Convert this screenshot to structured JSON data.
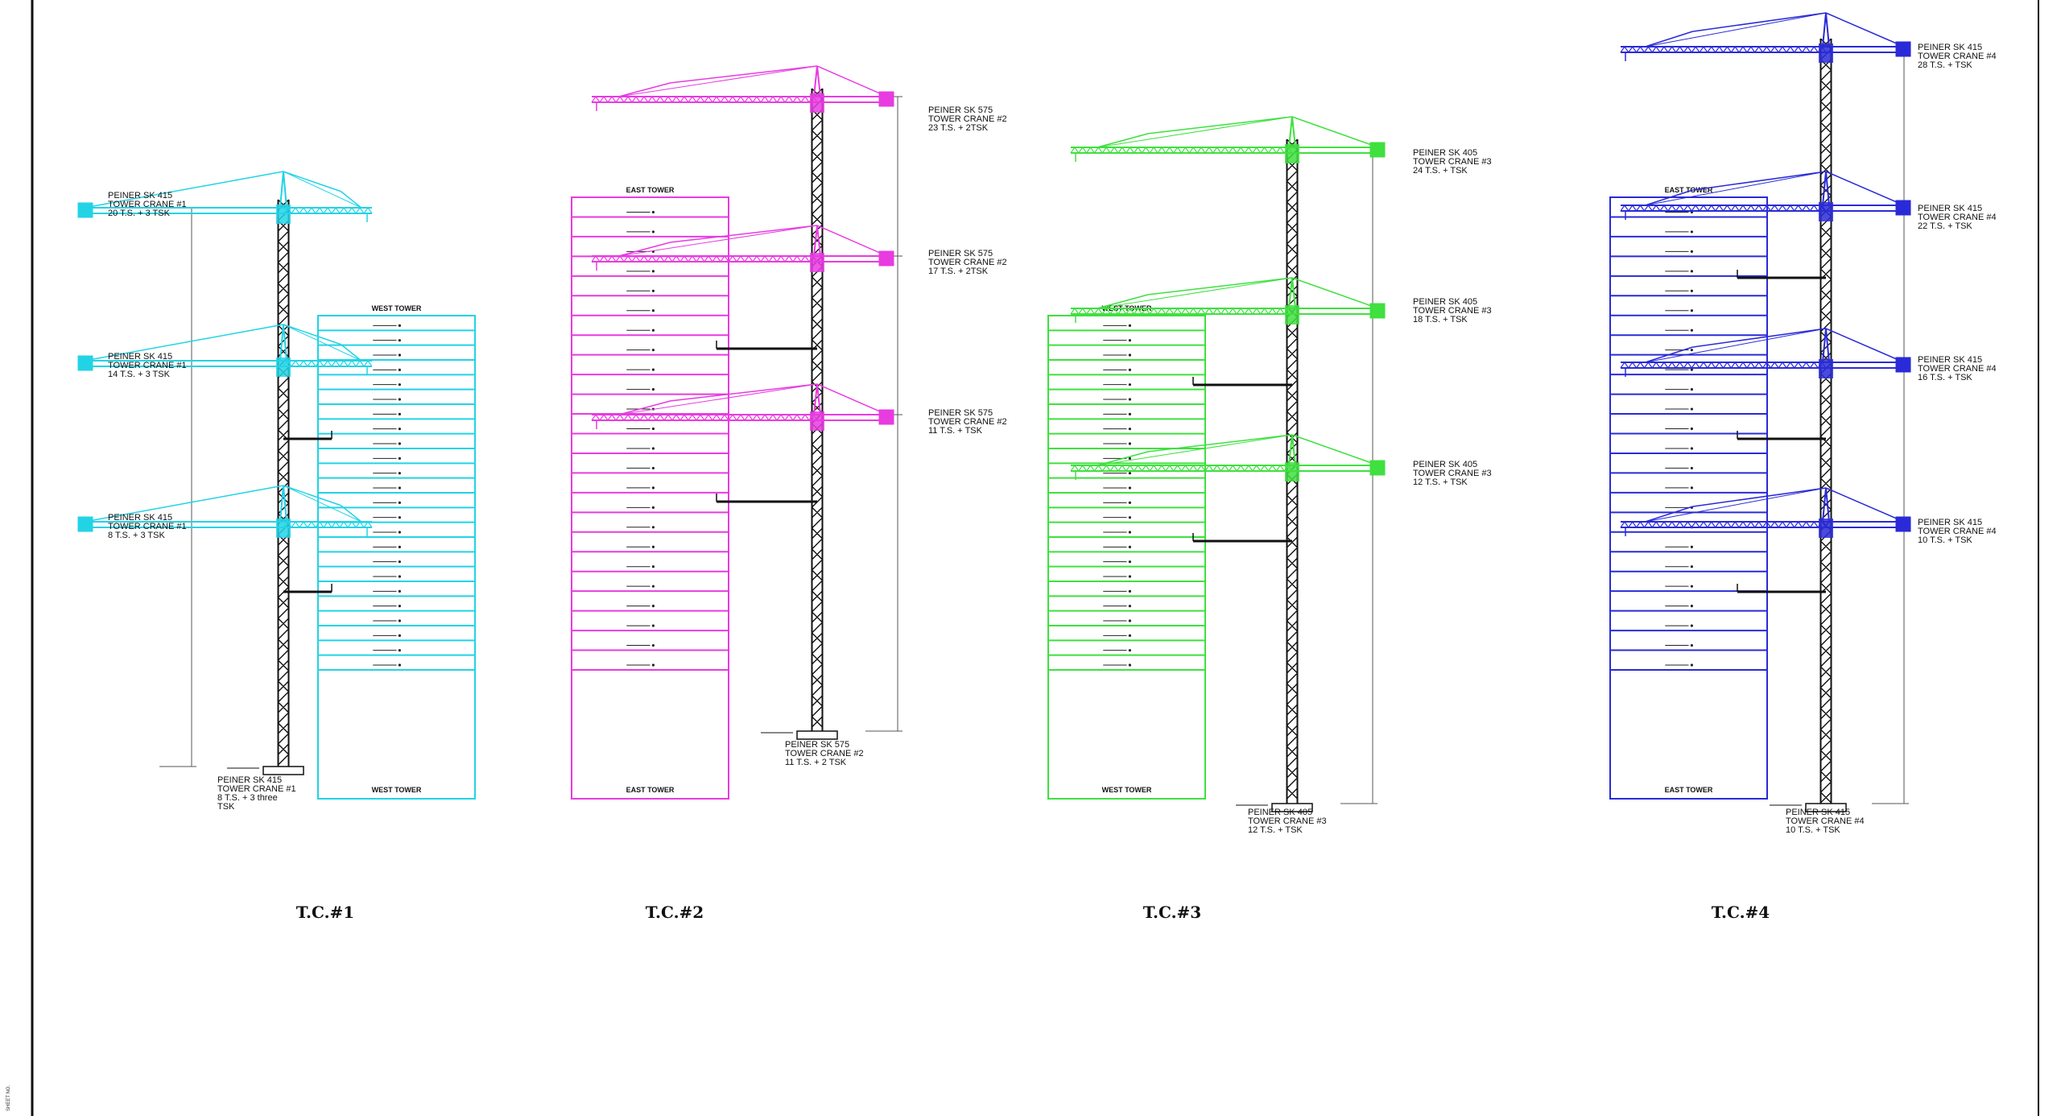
{
  "sheet": {
    "margin_stamp": "SHEET NO."
  },
  "panels": [
    {
      "title": "T.C.#1",
      "color": "#22d3e6",
      "building_top_label": "WEST TOWER",
      "building_bottom_label": "WEST TOWER",
      "cranes": [
        {
          "lines": [
            "PEINER SK 415",
            "TOWER CRANE #1",
            "20 T.S. + 3 TSK"
          ]
        },
        {
          "lines": [
            "PEINER SK 415",
            "TOWER CRANE #1",
            "14 T.S. + 3 TSK"
          ]
        },
        {
          "lines": [
            "PEINER SK 415",
            "TOWER CRANE #1",
            "8 T.S. + 3 TSK"
          ]
        }
      ],
      "base_label": [
        "PEINER SK 415",
        "TOWER CRANE #1",
        "8 T.S. + 3 three",
        "TSK"
      ]
    },
    {
      "title": "T.C.#2",
      "color": "#e83be0",
      "building_top_label": "EAST TOWER",
      "building_bottom_label": "EAST TOWER",
      "cranes": [
        {
          "lines": [
            "PEINER SK 575",
            "TOWER CRANE #2",
            "23 T.S. + 2TSK"
          ]
        },
        {
          "lines": [
            "PEINER SK 575",
            "TOWER CRANE #2",
            "17 T.S. + 2TSK"
          ]
        },
        {
          "lines": [
            "PEINER SK 575",
            "TOWER CRANE #2",
            "11 T.S. + TSK"
          ]
        }
      ],
      "base_label": [
        "PEINER SK 575",
        "TOWER CRANE #2",
        "11 T.S. + 2 TSK"
      ]
    },
    {
      "title": "T.C.#3",
      "color": "#3fe03f",
      "building_top_label": "WEST TOWER",
      "building_bottom_label": "WEST TOWER",
      "cranes": [
        {
          "lines": [
            "PEINER SK 405",
            "TOWER CRANE #3",
            "24 T.S. + TSK"
          ]
        },
        {
          "lines": [
            "PEINER SK 405",
            "TOWER CRANE #3",
            "18 T.S. + TSK"
          ]
        },
        {
          "lines": [
            "PEINER SK 405",
            "TOWER CRANE #3",
            "12 T.S. + TSK"
          ]
        }
      ],
      "base_label": [
        "PEINER SK 405",
        "TOWER CRANE #3",
        "12 T.S. + TSK"
      ]
    },
    {
      "title": "T.C.#4",
      "color": "#2a2ad8",
      "building_top_label": "EAST TOWER",
      "building_bottom_label": "EAST TOWER",
      "cranes": [
        {
          "lines": [
            "PEINER SK 415",
            "TOWER CRANE #4",
            "28 T.S. + TSK"
          ]
        },
        {
          "lines": [
            "PEINER SK 415",
            "TOWER CRANE #4",
            "22 T.S. + TSK"
          ]
        },
        {
          "lines": [
            "PEINER SK 415",
            "TOWER CRANE #4",
            "16 T.S. + TSK"
          ]
        },
        {
          "lines": [
            "PEINER SK 415",
            "TOWER CRANE #4",
            "10 T.S. + TSK"
          ]
        }
      ],
      "base_label": [
        "PEINER SK 415",
        "TOWER CRANE #4",
        "10 T.S. + TSK"
      ]
    }
  ]
}
